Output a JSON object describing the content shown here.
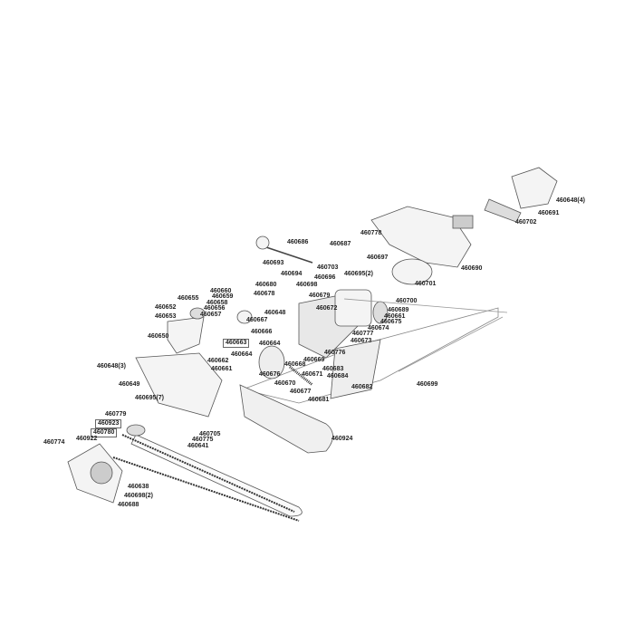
{
  "diagram": {
    "type": "exploded-parts-view",
    "part_labels": [
      "460686",
      "460778",
      "460687",
      "460693",
      "460697",
      "460703",
      "460694",
      "460696",
      "460695(2)",
      "460698",
      "460701",
      "460660",
      "460659",
      "460658",
      "460656",
      "460657",
      "460680",
      "460678",
      "460679",
      "460655",
      "460652",
      "460653",
      "460700",
      "460672",
      "460689",
      "460661",
      "460675",
      "460674",
      "460648",
      "460667",
      "460777",
      "460673",
      "460666",
      "460650",
      "460663",
      "460664",
      "460776",
      "460648(3)",
      "460664",
      "460662",
      "460669",
      "460668",
      "460661",
      "460683",
      "460671",
      "460684",
      "460649",
      "460676",
      "460699",
      "460670",
      "460682",
      "460695(7)",
      "460677",
      "460681",
      "460705",
      "460775",
      "460641",
      "460779",
      "460923",
      "460780",
      "460922",
      "460774",
      "460924",
      "460638",
      "460698(2)",
      "460688",
      "460690",
      "460648(4)",
      "460691",
      "460702"
    ]
  }
}
